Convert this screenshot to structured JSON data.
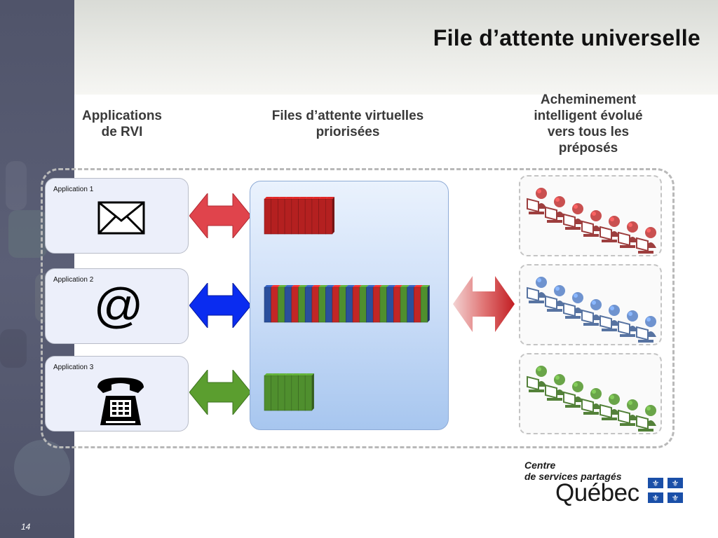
{
  "title": "File d’attente universelle",
  "page_number": "14",
  "columns": {
    "left": [
      "Applications",
      "de RVI"
    ],
    "middle": [
      "Files d’attente virtuelles",
      "priorisées"
    ],
    "right": [
      "Acheminement",
      "intelligent évolué",
      "vers tous les",
      "préposés"
    ]
  },
  "applications": [
    {
      "label": "Application 1",
      "icon": "envelope-icon",
      "color": "#e0444c"
    },
    {
      "label": "Application 2",
      "icon": "at-sign-icon",
      "color": "#0a2cf0"
    },
    {
      "label": "Application 3",
      "icon": "telephone-icon",
      "color": "#5b9e2f"
    }
  ],
  "queues": [
    {
      "name": "red",
      "count": 10,
      "colors": [
        "#b42020"
      ]
    },
    {
      "name": "mixed",
      "count": 24,
      "colors": [
        "#2a4f9c",
        "#c22626",
        "#4f8f2e"
      ]
    },
    {
      "name": "green",
      "count": 7,
      "colors": [
        "#4f8f2e"
      ]
    }
  ],
  "agent_groups": [
    {
      "color": "#c95050"
    },
    {
      "color": "#6f93cf"
    },
    {
      "color": "#6aa549"
    }
  ],
  "logo": {
    "line1": "Centre",
    "line2": "de services partagés",
    "line3": "Québec",
    "flag_color": "#1a4fa8"
  }
}
